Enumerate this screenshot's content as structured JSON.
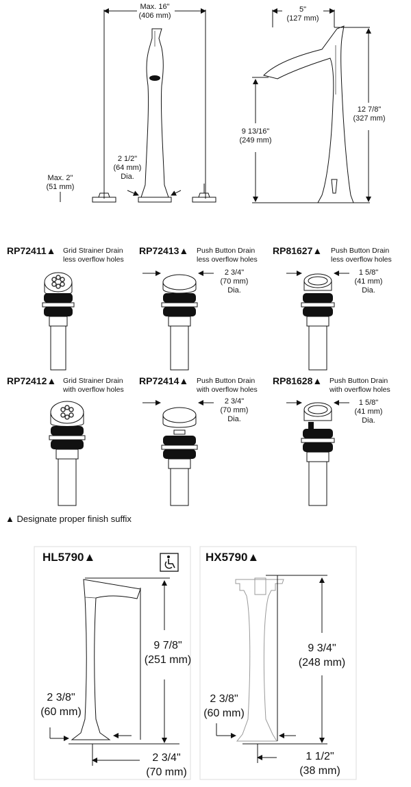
{
  "faucet_top": {
    "width_max": "Max. 16\"",
    "width_max_mm": "(406 mm)",
    "spout_reach": "5\"",
    "spout_reach_mm": "(127 mm)",
    "base_dia": "2 1/2\"",
    "base_dia_mm": "(64 mm)",
    "base_dia_suffix": "Dia.",
    "deck_max": "Max. 2\"",
    "deck_max_mm": "(51 mm)",
    "spout_height": "9 13/16\"",
    "spout_height_mm": "(249 mm)",
    "total_height": "12 7/8\"",
    "total_height_mm": "(327 mm)"
  },
  "drains": [
    {
      "code": "RP72411▲",
      "desc1": "Grid Strainer Drain",
      "desc2": "less overflow holes"
    },
    {
      "code": "RP72413▲",
      "desc1": "Push Button Drain",
      "desc2": "less overflow holes",
      "dim": "2 3/4\"",
      "dim_mm": "(70 mm)",
      "dim_suffix": "Dia."
    },
    {
      "code": "RP81627▲",
      "desc1": "Push Button Drain",
      "desc2": "less overflow holes",
      "dim": "1 5/8\"",
      "dim_mm": "(41 mm)",
      "dim_suffix": "Dia."
    },
    {
      "code": "RP72412▲",
      "desc1": "Grid Strainer Drain",
      "desc2": "with overflow holes"
    },
    {
      "code": "RP72414▲",
      "desc1": "Push Button Drain",
      "desc2": "with overflow holes",
      "dim": "2 3/4\"",
      "dim_mm": "(70 mm)",
      "dim_suffix": "Dia."
    },
    {
      "code": "RP81628▲",
      "desc1": "Push Button Drain",
      "desc2": "with overflow holes",
      "dim": "1 5/8\"",
      "dim_mm": "(41 mm)",
      "dim_suffix": "Dia."
    }
  ],
  "note": "▲ Designate proper finish suffix",
  "handles": [
    {
      "code": "HL5790▲",
      "height": "9 7/8\"",
      "height_mm": "(251 mm)",
      "base_w": "2 3/8\"",
      "base_w_mm": "(60 mm)",
      "depth": "2 3/4\"",
      "depth_mm": "(70 mm)"
    },
    {
      "code": "HX5790▲",
      "height": "9 3/4\"",
      "height_mm": "(248 mm)",
      "base_w": "2 3/8\"",
      "base_w_mm": "(60 mm)",
      "depth": "1 1/2\"",
      "depth_mm": "(38 mm)"
    }
  ],
  "accessibility_icon": "wheelchair-icon"
}
